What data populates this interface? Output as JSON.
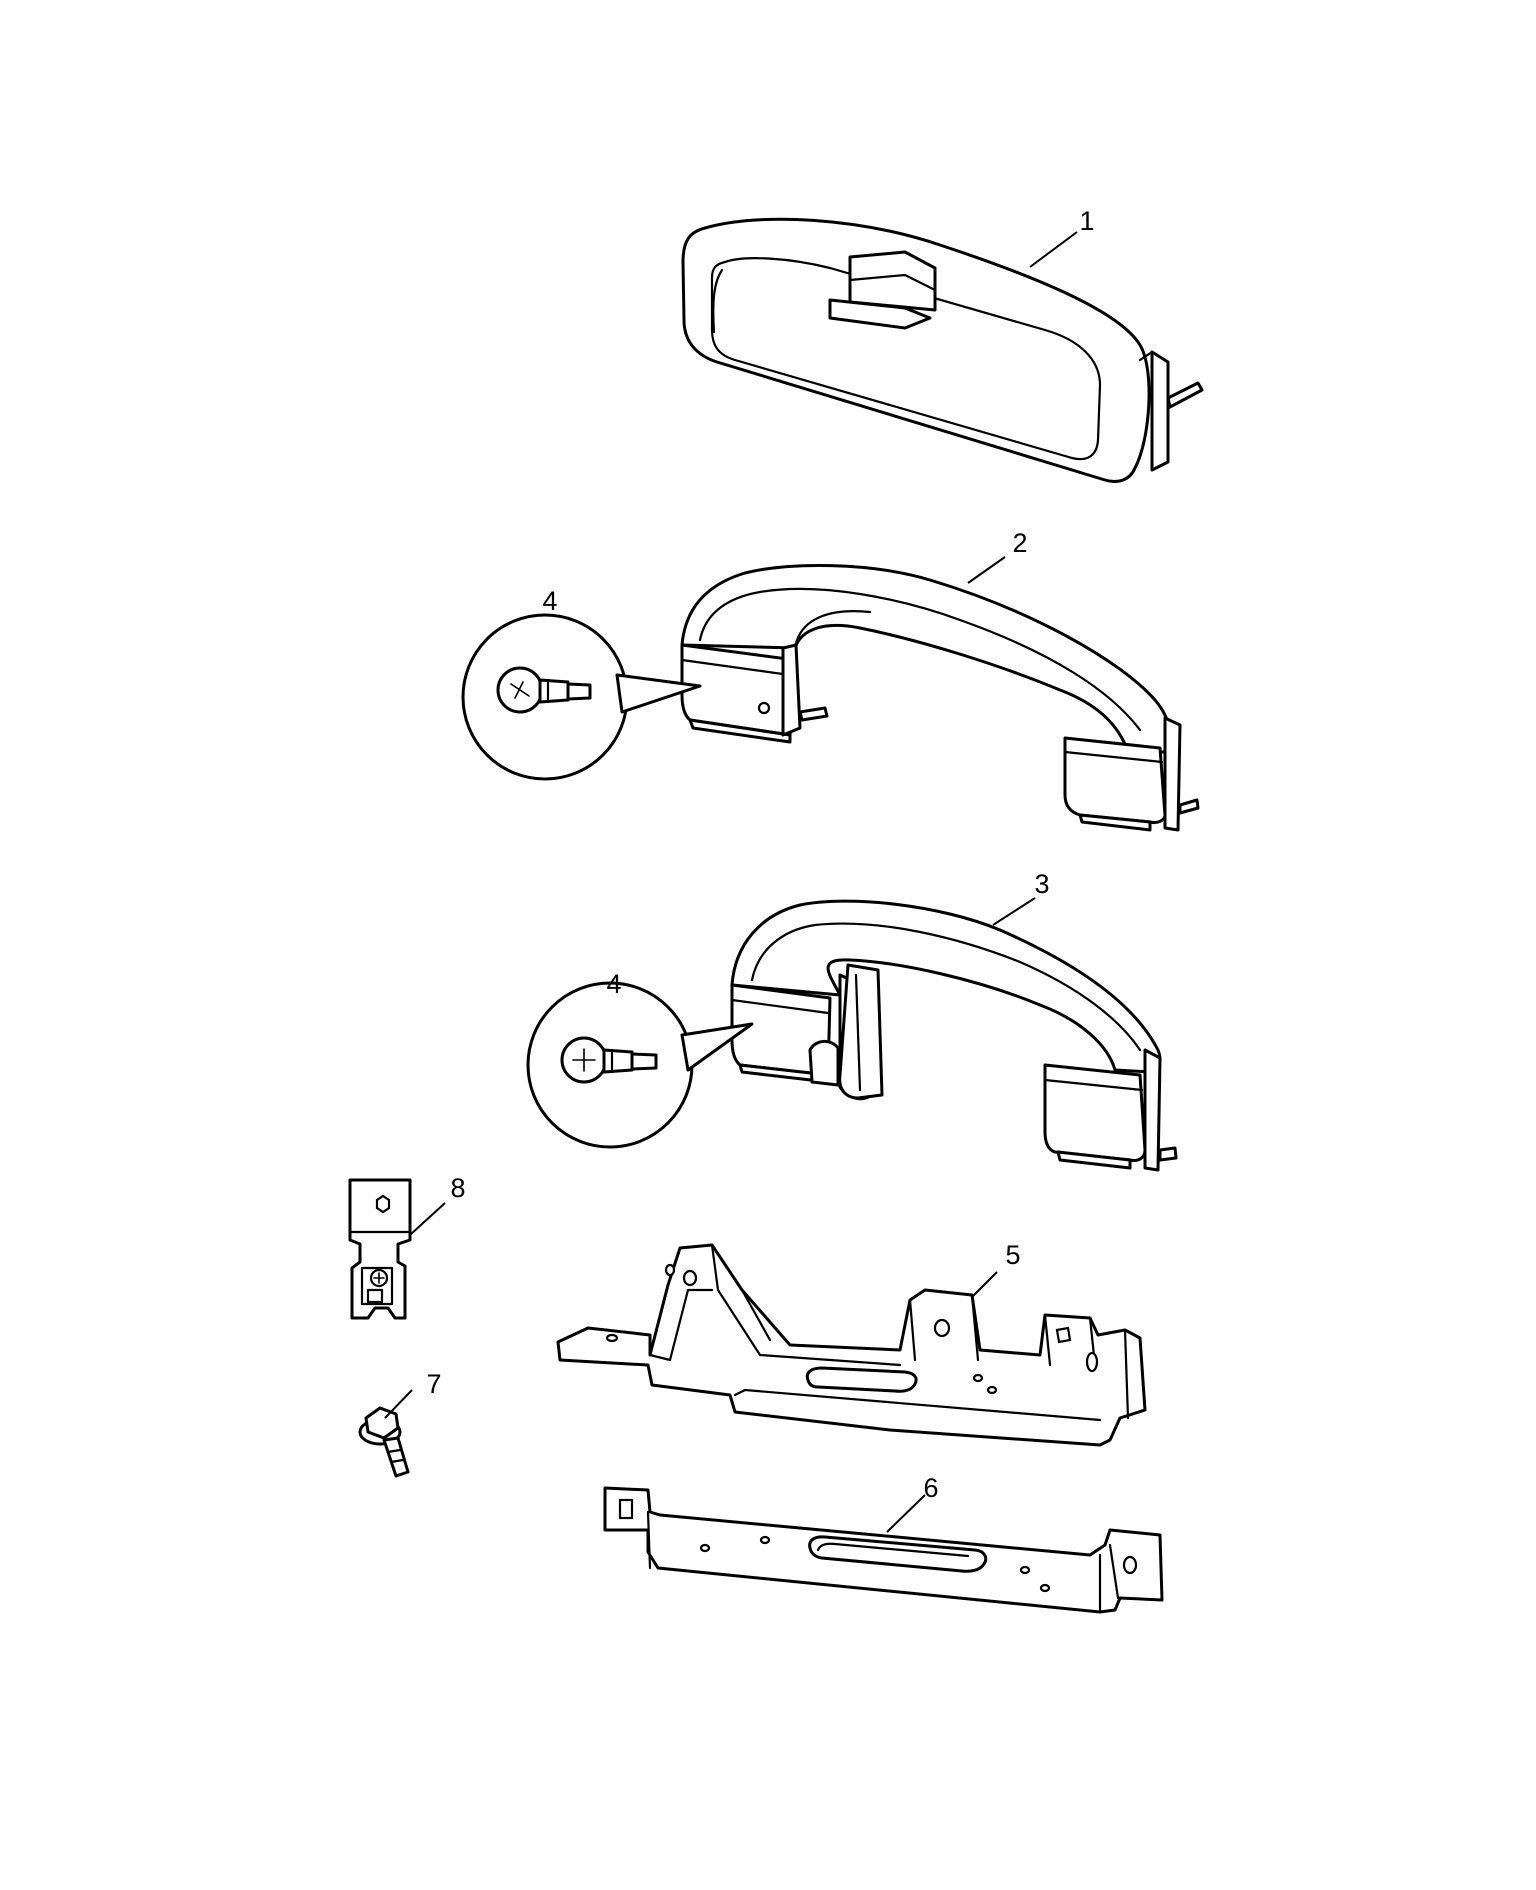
{
  "callouts": {
    "part1": "1",
    "part2": "2",
    "part3": "3",
    "part4a": "4",
    "part4b": "4",
    "part5": "5",
    "part6": "6",
    "part7": "7",
    "part8": "8"
  }
}
